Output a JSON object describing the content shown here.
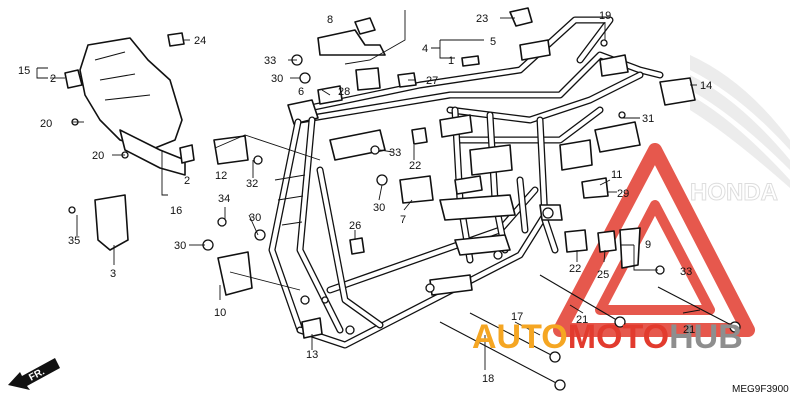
{
  "callouts": [
    {
      "id": "c1",
      "text": "1"
    },
    {
      "id": "c2a",
      "text": "2"
    },
    {
      "id": "c2b",
      "text": "2"
    },
    {
      "id": "c3",
      "text": "3"
    },
    {
      "id": "c4",
      "text": "4"
    },
    {
      "id": "c5",
      "text": "5"
    },
    {
      "id": "c6",
      "text": "6"
    },
    {
      "id": "c7",
      "text": "7"
    },
    {
      "id": "c8",
      "text": "8"
    },
    {
      "id": "c9",
      "text": "9"
    },
    {
      "id": "c10",
      "text": "10"
    },
    {
      "id": "c11",
      "text": "11"
    },
    {
      "id": "c12",
      "text": "12"
    },
    {
      "id": "c13",
      "text": "13"
    },
    {
      "id": "c14",
      "text": "14"
    },
    {
      "id": "c15",
      "text": "15"
    },
    {
      "id": "c16",
      "text": "16"
    },
    {
      "id": "c17",
      "text": "17"
    },
    {
      "id": "c18",
      "text": "18"
    },
    {
      "id": "c19",
      "text": "19"
    },
    {
      "id": "c20a",
      "text": "20"
    },
    {
      "id": "c20b",
      "text": "20"
    },
    {
      "id": "c21a",
      "text": "21"
    },
    {
      "id": "c21b",
      "text": "21"
    },
    {
      "id": "c22a",
      "text": "22"
    },
    {
      "id": "c22b",
      "text": "22"
    },
    {
      "id": "c23",
      "text": "23"
    },
    {
      "id": "c24",
      "text": "24"
    },
    {
      "id": "c25",
      "text": "25"
    },
    {
      "id": "c26",
      "text": "26"
    },
    {
      "id": "c27",
      "text": "27"
    },
    {
      "id": "c28",
      "text": "28"
    },
    {
      "id": "c29",
      "text": "29"
    },
    {
      "id": "c30a",
      "text": "30"
    },
    {
      "id": "c30b",
      "text": "30"
    },
    {
      "id": "c30c",
      "text": "30"
    },
    {
      "id": "c30d",
      "text": "30"
    },
    {
      "id": "c31",
      "text": "31"
    },
    {
      "id": "c32",
      "text": "32"
    },
    {
      "id": "c33a",
      "text": "33"
    },
    {
      "id": "c33b",
      "text": "33"
    },
    {
      "id": "c33c",
      "text": "33"
    },
    {
      "id": "c34",
      "text": "34"
    },
    {
      "id": "c35",
      "text": "35"
    }
  ],
  "diagram_code": "MEG9F3900",
  "direction_label": "FR.",
  "watermark": {
    "part1": "AUTO",
    "part2": "MOTO",
    "part3": "HUB"
  },
  "brand_word": "HONDA",
  "colors": {
    "line": "#111111",
    "watermark_red": "#e23b2e",
    "watermark_orange": "#f5a623",
    "watermark_grey": "#8e8e8e"
  }
}
